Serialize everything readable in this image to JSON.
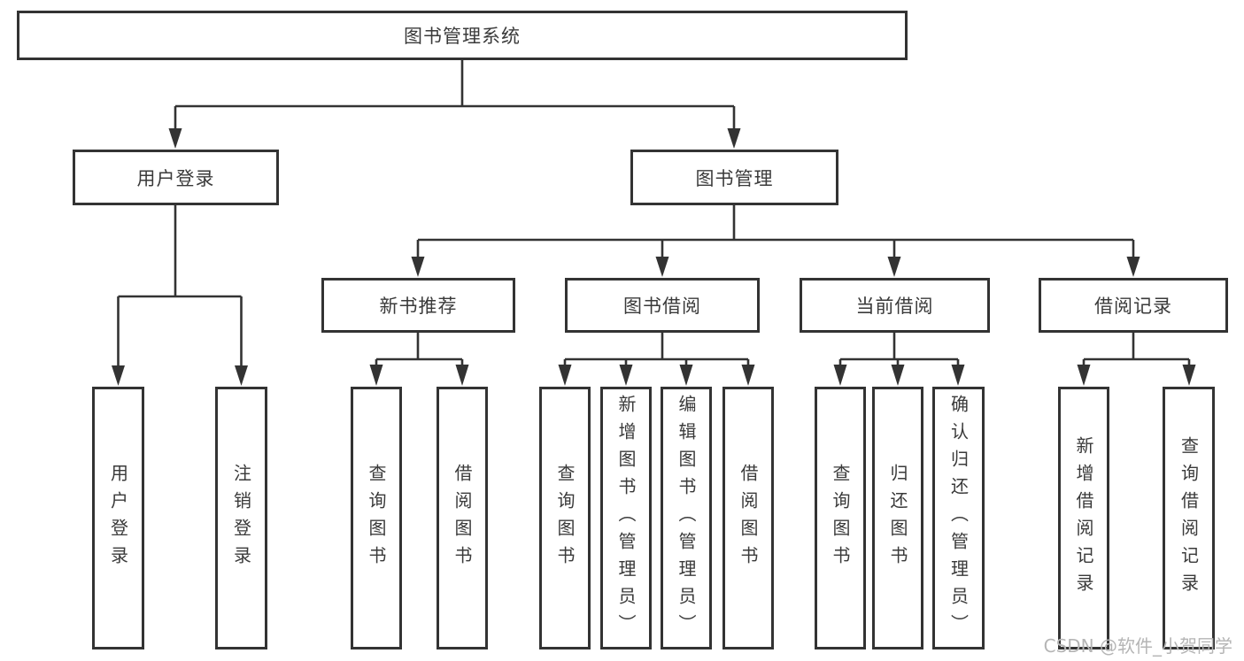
{
  "diagram": {
    "root": {
      "label": "图书管理系统"
    },
    "level2": [
      {
        "label": "用户登录",
        "children": [
          {
            "label": "用户登录"
          },
          {
            "label": "注销登录"
          }
        ]
      },
      {
        "label": "图书管理",
        "sections": [
          {
            "label": "新书推荐",
            "children": [
              {
                "label": "查询图书"
              },
              {
                "label": "借阅图书"
              }
            ]
          },
          {
            "label": "图书借阅",
            "children": [
              {
                "label": "查询图书"
              },
              {
                "label": "新增图书（管理员）"
              },
              {
                "label": "编辑图书（管理员）"
              },
              {
                "label": "借阅图书"
              }
            ]
          },
          {
            "label": "当前借阅",
            "children": [
              {
                "label": "查询图书"
              },
              {
                "label": "归还图书"
              },
              {
                "label": "确认归还（管理员）"
              }
            ]
          },
          {
            "label": "借阅记录",
            "children": [
              {
                "label": "新增借阅记录"
              },
              {
                "label": "查询借阅记录"
              }
            ]
          }
        ]
      }
    ]
  },
  "watermark": {
    "text": "CSDN @软件_小贺同学"
  },
  "colors": {
    "line": "#333333",
    "text": "#3a3a3a",
    "watermark": "#b5b5b5",
    "background": "#ffffff"
  }
}
